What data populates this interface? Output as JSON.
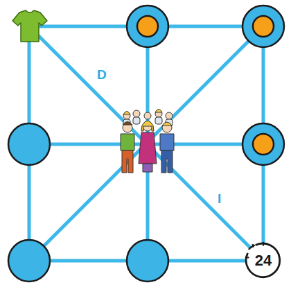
{
  "diagram": {
    "nodes": [
      {
        "text": [
          "24"
        ]
      }
    ],
    "labels": [
      "D",
      "I"
    ]
  }
}
